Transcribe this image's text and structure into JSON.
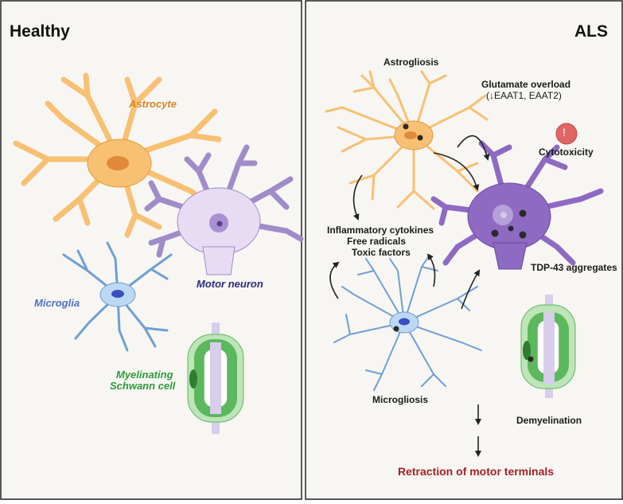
{
  "panels": {
    "healthy": {
      "title": "Healthy",
      "labels": {
        "astrocyte": "Astrocyte",
        "motor_neuron": "Motor neuron",
        "microglia": "Microglia",
        "schwann_line1": "Myelinating",
        "schwann_line2": "Schwann cell"
      }
    },
    "als": {
      "title": "ALS",
      "labels": {
        "astrogliosis": "Astrogliosis",
        "glutamate_line1": "Glutamate overload",
        "glutamate_line2": "(↓EAAT1, EAAT2)",
        "cytotoxicity": "Cytotoxicity",
        "cytotoxicity_icon_text": "!",
        "inflammation_line1": "Inflammatory cytokines",
        "inflammation_line2": "Free radicals",
        "inflammation_line3": "Toxic factors",
        "tdp43": "TDP-43 aggregates",
        "microgliosis": "Microgliosis",
        "demyelination": "Demyelination",
        "retraction": "Retraction of motor terminals"
      }
    }
  },
  "colors": {
    "panel_bg": "#f7f6f3",
    "panel_border": "#222222",
    "astrocyte": "#f8c072",
    "astrocyte_stroke": "#e09a3a",
    "astrocyte_nucleus": "#e08a3a",
    "astrocyte_label": "#d98420",
    "neuron_healthy": "#e7dcf3",
    "neuron_healthy_stroke": "#a08cc8",
    "neuron_healthy_nucleus": "#a98fd4",
    "neuron_label": "#2d2a7a",
    "neuron_als": "#8e6ac2",
    "neuron_als_stroke": "#6b4aa0",
    "microglia": "#bcd8f2",
    "microglia_stroke": "#6f9fd3",
    "microglia_nucleus": "#3a4fbf",
    "microglia_label": "#4d6fc4",
    "schwann": "#5cb85c",
    "schwann_light": "#bde5b9",
    "schwann_label": "#2e9a3a",
    "axon": "#d8cdea",
    "alert": "#e06666",
    "retraction": "#a52027",
    "aggregate": "#2a2a2a"
  }
}
